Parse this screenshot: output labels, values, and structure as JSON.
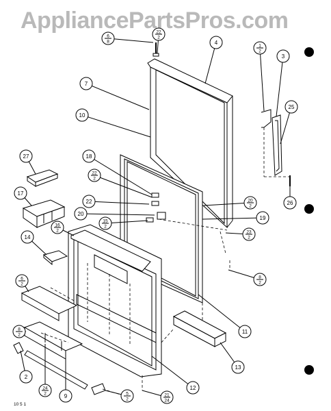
{
  "watermark": "AppliancePartsPros.com",
  "footer_code": "10 5 1",
  "callouts_single": [
    "4",
    "7",
    "10",
    "3",
    "25",
    "26",
    "27",
    "17",
    "18",
    "22",
    "20",
    "19",
    "14",
    "11",
    "13",
    "12",
    "2",
    "9"
  ],
  "callouts_fraction": [
    {
      "top": "6",
      "bottom": "8"
    },
    {
      "top": "22",
      "bottom": "2"
    },
    {
      "top": "1",
      "bottom": "2"
    },
    {
      "top": "22",
      "bottom": "2"
    },
    {
      "top": "20",
      "bottom": "2"
    },
    {
      "top": "15",
      "bottom": "2"
    },
    {
      "top": "16",
      "bottom": "2"
    },
    {
      "top": "23",
      "bottom": "2"
    },
    {
      "top": "8",
      "bottom": "2"
    },
    {
      "top": "6",
      "bottom": "2"
    },
    {
      "top": "8",
      "bottom": "2"
    },
    {
      "top": "24",
      "bottom": "2"
    },
    {
      "top": "5",
      "bottom": "2"
    },
    {
      "top": "21",
      "bottom": "24"
    }
  ]
}
